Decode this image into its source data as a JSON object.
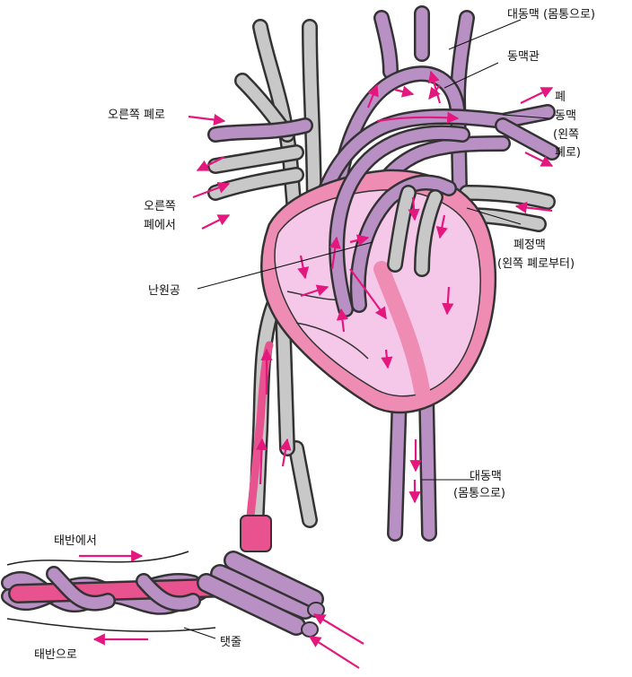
{
  "labels": {
    "aorta_top": "대동맥 (몸통으로)",
    "ductus": "동맥관",
    "pulm_artery": [
      "폐",
      "동맥",
      "(왼쪽",
      "폐로)"
    ],
    "right_lung_to": "오른쪽 폐로",
    "right_lung_from": [
      "오른쪽",
      "폐에서"
    ],
    "pulm_vein": [
      "폐정맥",
      "(왼쪽 폐로부터)"
    ],
    "foramen": "난원공",
    "aorta_bottom": [
      "대동맥",
      "(몸통으로)"
    ],
    "from_placenta": "태반에서",
    "to_placenta": "태반으로",
    "umbilical_cord": "탯줄"
  },
  "colors": {
    "heart_outer": "#ef8cb4",
    "heart_inner": "#f5c7e8",
    "artery": "#b990c4",
    "vein": "#c8c8c8",
    "arrow": "#e3177e",
    "umbilical_vein": "#e8538f"
  }
}
